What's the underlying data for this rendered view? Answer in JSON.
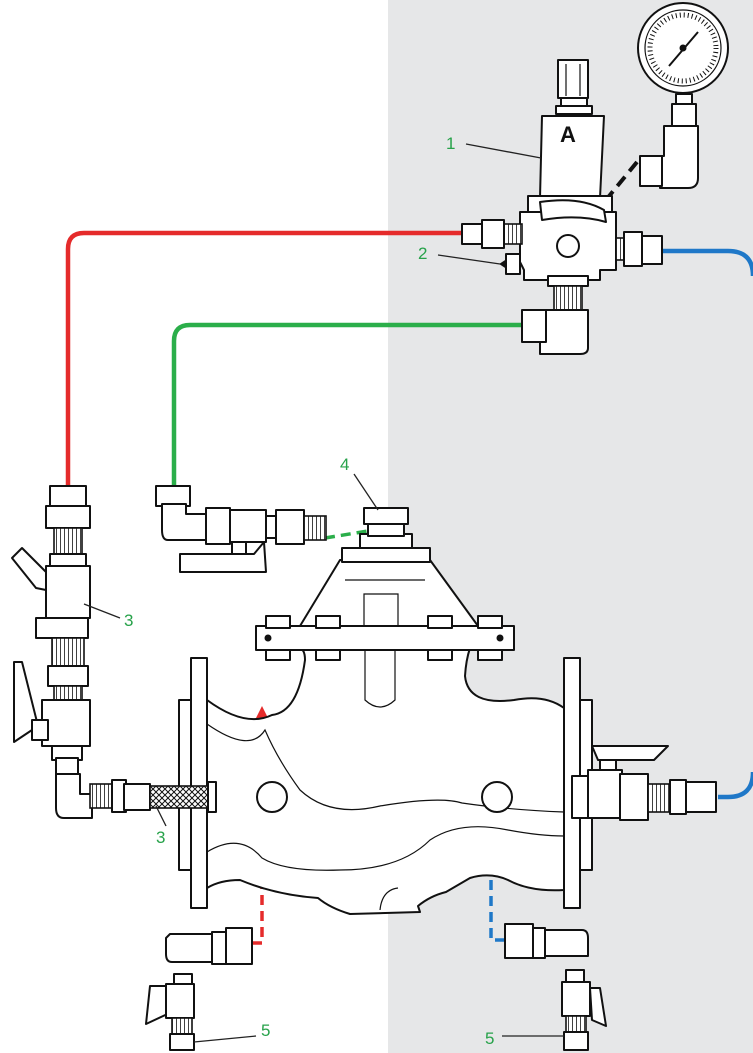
{
  "valve_letter": "A",
  "callouts": {
    "c1": "1",
    "c2": "2",
    "c3a": "3",
    "c3b": "3",
    "c4": "4",
    "c5a": "5",
    "c5b": "5"
  },
  "colors": {
    "background": "#ffffff",
    "shaded_panel": "#e6e7e8",
    "inlet_tube": "#e52b2b",
    "outlet_tube": "#1f78c8",
    "control_tube": "#2bae4a",
    "label": "#27a24a",
    "outline": "#111111"
  }
}
